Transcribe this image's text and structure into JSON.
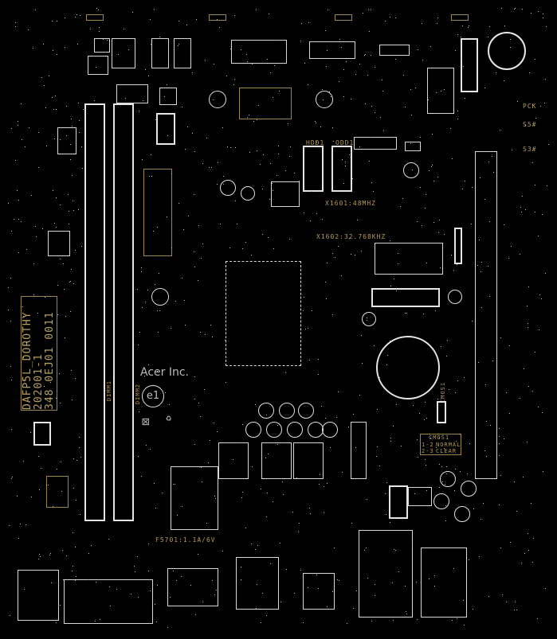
{
  "board": {
    "model_label": [
      "DAFP5L_DOROTHY",
      "202001-1",
      "348 0EJ01 0011"
    ],
    "manufacturer": "Acer Inc.",
    "rohs_mark": "e1",
    "dimm_labels": [
      "DIMM1",
      "DIMM2"
    ],
    "connectors": {
      "hdd": "HDD1",
      "odd": "ODD1"
    },
    "crystals": [
      "X1601:48MHZ",
      "X1602:32.768KHZ"
    ],
    "fuse": "F5701:1.1A/6V",
    "led_labels": [
      "PCK",
      "S5#",
      "S3#"
    ],
    "cmos_jumper_label": "CMOS1",
    "cmos_table": {
      "title": "CMOS1",
      "rows": [
        {
          "pins": "1-2",
          "mode": "NORMAL"
        },
        {
          "pins": "2-3",
          "mode": "CLEAR"
        }
      ]
    },
    "colors": {
      "background": "#000000",
      "silkscreen": "#e0e0e0",
      "gold_label": "#b59a5a"
    }
  }
}
